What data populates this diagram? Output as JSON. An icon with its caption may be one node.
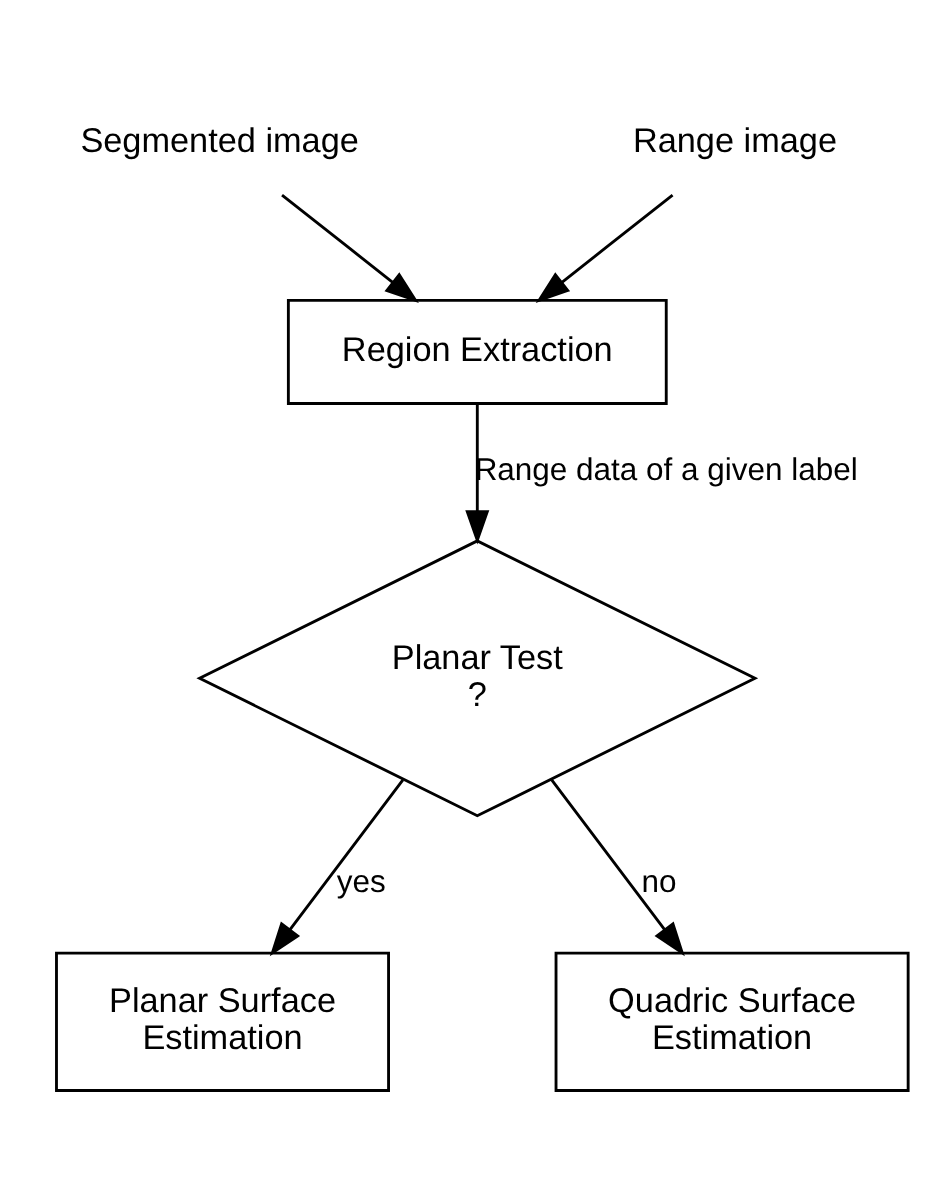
{
  "diagram": {
    "nodes": [
      {
        "text": [
          "Segmented image"
        ]
      },
      {
        "text": [
          "Range image"
        ]
      },
      {
        "text": [
          "Region Extraction"
        ]
      },
      {
        "text": [
          "Planar Test ?"
        ]
      },
      {
        "text": [
          "Planar Surface Estimation"
        ]
      },
      {
        "text": [
          "Quadric Surface Estimation"
        ]
      }
    ],
    "edges": [
      {
        "from": 0,
        "to": 2,
        "arrow": "to"
      },
      {
        "from": 1,
        "to": 2,
        "arrow": "to"
      },
      {
        "from": 2,
        "to": 3,
        "arrow": "to",
        "label": "Range data of a given label"
      },
      {
        "from": 3,
        "to": 4,
        "arrow": "to",
        "label": "yes"
      },
      {
        "from": 3,
        "to": 5,
        "arrow": "to",
        "label": "no"
      }
    ]
  }
}
